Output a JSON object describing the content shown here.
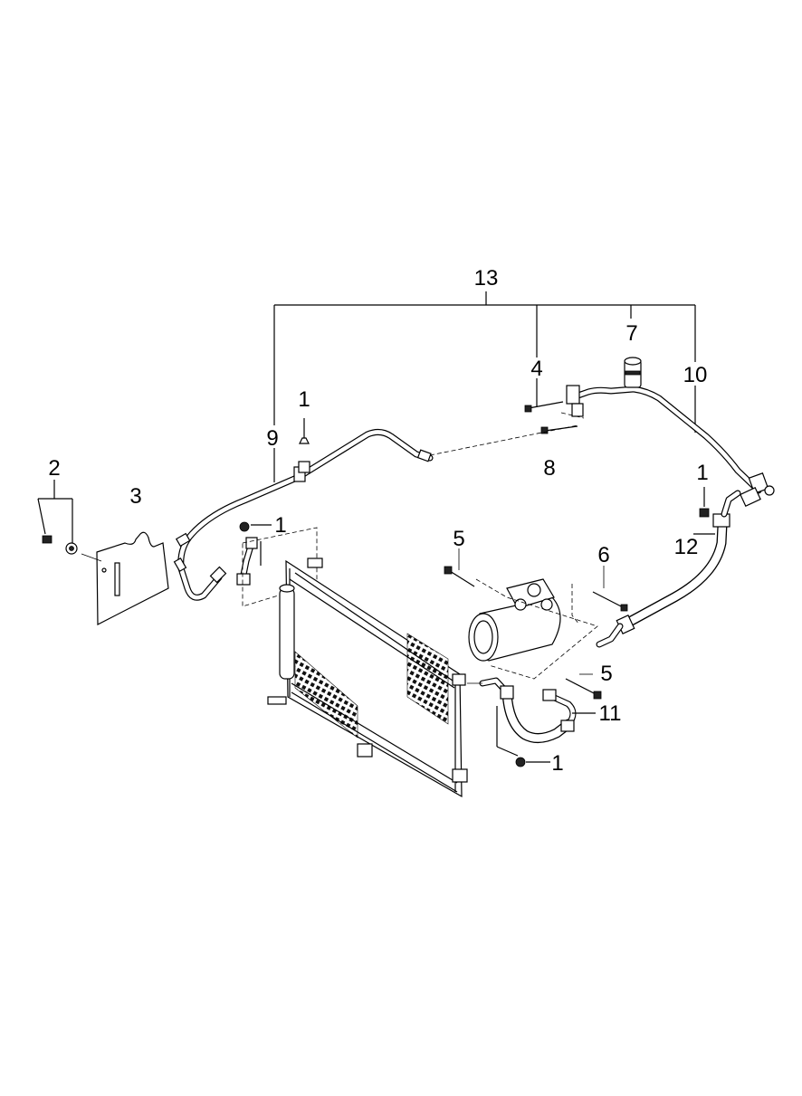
{
  "callouts": {
    "p13": "13",
    "p7": "7",
    "p4": "4",
    "p10": "10",
    "p1a": "1",
    "p9": "9",
    "p8": "8",
    "p1b": "1",
    "p2": "2",
    "p3": "3",
    "p1c": "1",
    "p12": "12",
    "p5a": "5",
    "p6": "6",
    "p5b": "5",
    "p11": "11",
    "p1d": "1"
  }
}
